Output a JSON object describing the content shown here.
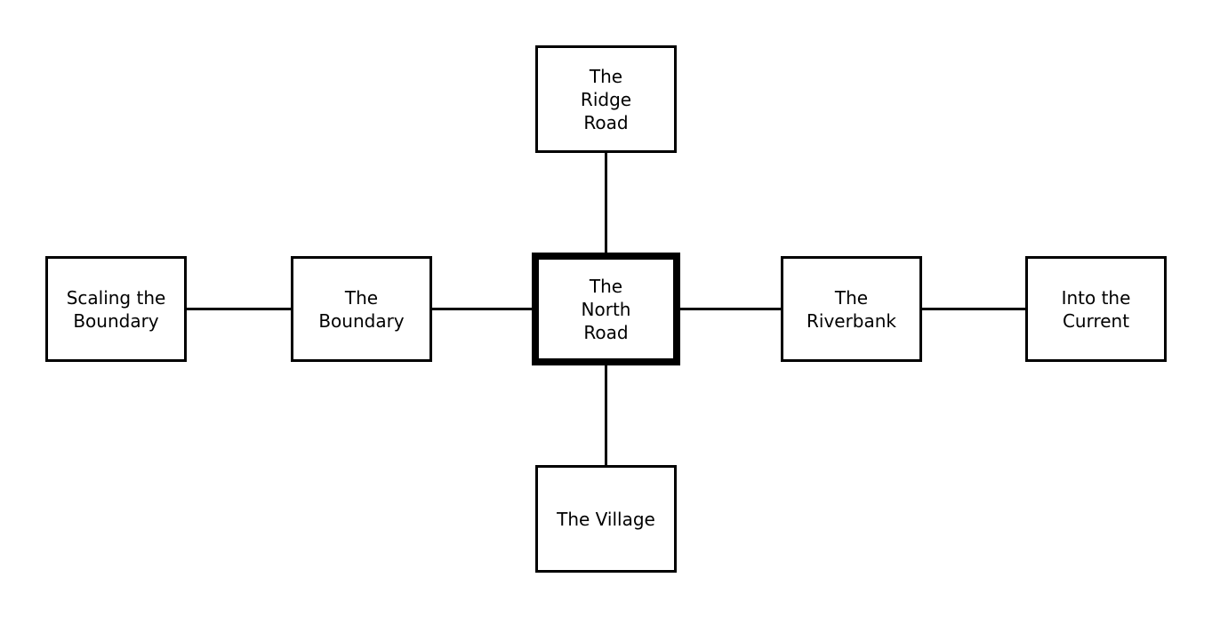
{
  "diagram": {
    "type": "room-map",
    "colors": {
      "background": "#ffffff",
      "border": "#000000",
      "text": "#000000",
      "line": "#000000"
    },
    "nodes": {
      "the_ridge_road": {
        "label": "The\nRidge\nRoad"
      },
      "scaling_the_boundary": {
        "label": "Scaling the\nBoundary"
      },
      "the_boundary": {
        "label": "The\nBoundary"
      },
      "the_north_road": {
        "label": "The\nNorth\nRoad",
        "emphasized": true
      },
      "the_riverbank": {
        "label": "The\nRiverbank"
      },
      "into_the_current": {
        "label": "Into the\nCurrent"
      },
      "the_village": {
        "label": "The Village"
      }
    },
    "edges": [
      {
        "from": "the_ridge_road",
        "to": "the_north_road"
      },
      {
        "from": "scaling_the_boundary",
        "to": "the_boundary"
      },
      {
        "from": "the_boundary",
        "to": "the_north_road"
      },
      {
        "from": "the_north_road",
        "to": "the_riverbank"
      },
      {
        "from": "the_riverbank",
        "to": "into_the_current"
      },
      {
        "from": "the_north_road",
        "to": "the_village"
      }
    ]
  }
}
